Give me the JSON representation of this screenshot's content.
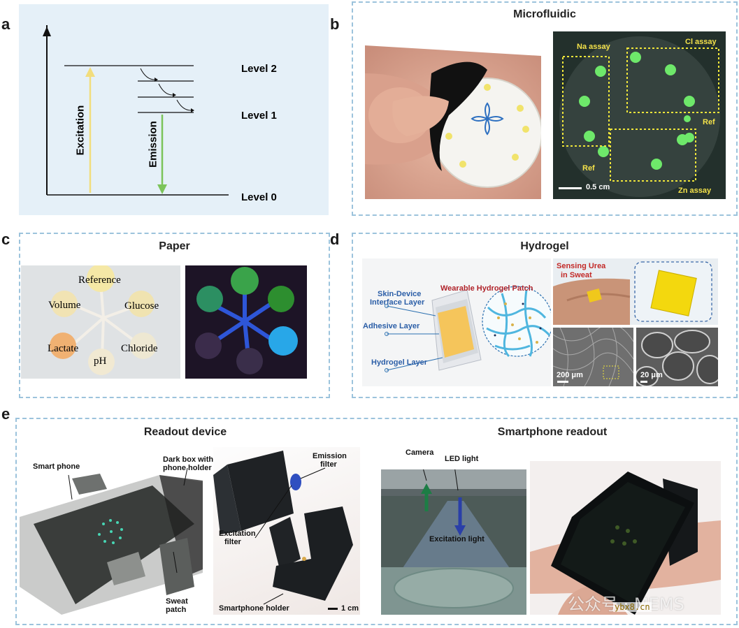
{
  "panels": {
    "a": {
      "letter": "a",
      "levels": [
        "Level 2",
        "Level 1",
        "Level 0"
      ],
      "excitation": "Excitation",
      "emission": "Emission"
    },
    "b": {
      "letter": "b",
      "title": "Microfluidic",
      "labels": {
        "na": "Na assay",
        "cl": "Cl assay",
        "ref1": "Ref",
        "ref2": "Ref",
        "zn": "Zn assay",
        "scale": "0.5 cm"
      }
    },
    "c": {
      "letter": "c",
      "title": "Paper",
      "labels": {
        "reference": "Reference",
        "volume": "Volume",
        "glucose": "Glucose",
        "lactate": "Lactate",
        "chloride": "Chloride",
        "ph": "pH"
      }
    },
    "d": {
      "letter": "d",
      "title": "Hydrogel",
      "labels": {
        "wearable": "Wearable Hydrogel Patch",
        "skin_line1": "Skin-Device",
        "skin_line2": "Interface Layer",
        "adhesive": "Adhesive Layer",
        "hydrogel": "Hydrogel Layer",
        "sensing_line1": "Sensing Urea",
        "sensing_line2": "in Sweat",
        "scale1": "200 μm",
        "scale2": "20 μm"
      }
    },
    "e": {
      "letter": "e",
      "title_left": "Readout device",
      "title_right": "Smartphone readout",
      "labels": {
        "smartphone": "Smart phone",
        "darkbox_line1": "Dark box with",
        "darkbox_line2": "phone holder",
        "sweat_line1": "Sweat",
        "sweat_line2": "patch",
        "emission_line1": "Emission",
        "emission_line2": "filter",
        "excitation_line1": "Excitation",
        "excitation_line2": "filter",
        "holder": "Smartphone holder",
        "scale": "1 cm",
        "camera": "Camera",
        "led": "LED light",
        "excitation_light": "Excitation light"
      },
      "watermark": "公众号 · MEMS",
      "watermark2": "ybx8.cn"
    }
  }
}
